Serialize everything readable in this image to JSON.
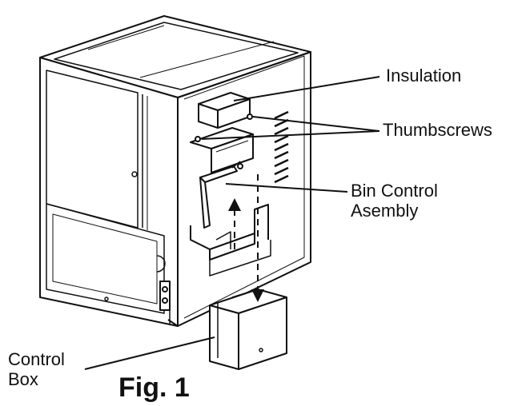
{
  "labels": {
    "insulation": "Insulation",
    "thumbscrews": "Thumbscrews",
    "bin_control_line1": "Bin Control",
    "bin_control_line2": "Asembly",
    "control_box_line1": "Control",
    "control_box_line2": "Box"
  },
  "figure_caption": "Fig. 1",
  "colors": {
    "line": "#111111",
    "background": "#ffffff"
  }
}
